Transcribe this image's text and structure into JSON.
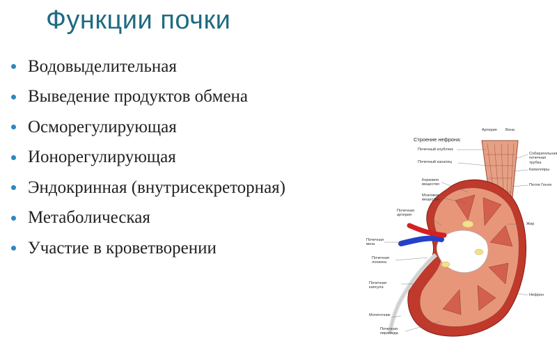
{
  "title": "Функции почки",
  "bullets": [
    "Водовыделительная",
    "Выведение продуктов обмена",
    "Осморегулирующая",
    "Ионорегулирующая",
    "Эндокринная (внутрисекреторная)",
    "Метаболическая",
    "Участие в кроветворении"
  ],
  "diagram": {
    "title": "Строение нефрона:",
    "labels": {
      "artery": "Артерия",
      "vein": "Вена",
      "glomerulus": "Почечный клубочек",
      "tubule": "Почечный каналец",
      "collecting": "Собирательная почечная трубка",
      "capillaries": "Капилляры",
      "loop": "Петля Генле",
      "cortex": "Корковое вещество",
      "medulla": "Мозговое вещество",
      "renal_artery": "Почечная артерия",
      "fat": "Жир",
      "renal_vein": "Почечная вена",
      "pelvis": "Почечная лоханка",
      "capsule": "Почечная капсула",
      "ureter": "Мочеточник",
      "pyramid": "Почечная пирамида",
      "nephron": "Нефрон"
    }
  },
  "colors": {
    "title": "#1f6b82",
    "bullet": "#2e86c1",
    "kidney_outer": "#c0392b",
    "kidney_cortex": "#e8967a",
    "vein": "#2342c8",
    "artery": "#d42020"
  }
}
